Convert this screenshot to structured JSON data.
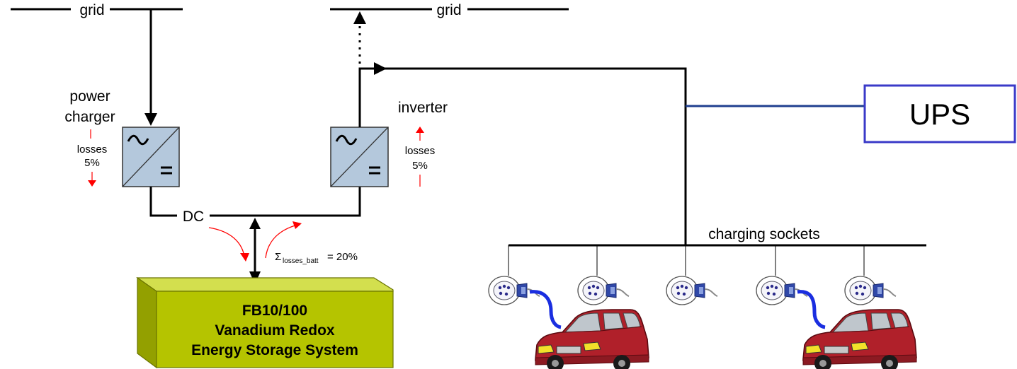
{
  "grid_left": "grid",
  "grid_right": "grid",
  "charger": {
    "line1": "power",
    "line2": "charger",
    "losses": "losses",
    "percent": "5%"
  },
  "inverter": {
    "label": "inverter",
    "losses": "losses",
    "percent": "5%"
  },
  "dc": "DC",
  "battery_losses": {
    "sigma": "Σ",
    "sub": "losses_batt",
    "value": "= 20%"
  },
  "storage": {
    "line1": "FB10/100",
    "line2": "Vanadium Redox",
    "line3": "Energy Storage System"
  },
  "ups": "UPS",
  "charging_sockets": "charging sockets",
  "colors": {
    "converter_fill": "#b4c8dc",
    "storage_front": "#b5c400",
    "storage_top": "#d3df4e",
    "storage_side": "#93a000",
    "ups_border": "#3a3ac8",
    "ups_line": "#1f3f8f",
    "loss_arrow": "#ff0000",
    "car_body": "#b0202a",
    "cable": "#1a2ee0"
  }
}
